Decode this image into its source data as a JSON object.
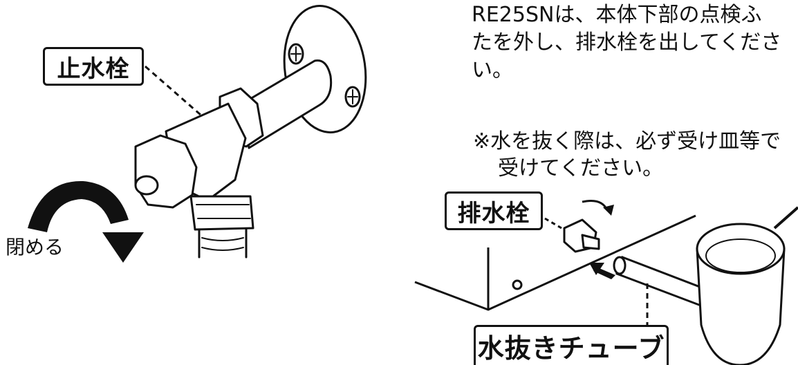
{
  "labels": {
    "shutoff_valve": "止水栓",
    "drain_plug": "排水栓",
    "drain_tube": "水抜きチューブ",
    "close": "閉める"
  },
  "instructions": {
    "line1": "RE25SNは、本体下部の点検ふ",
    "line2": "たを外し、排水栓を出してくださ",
    "line3": "い。"
  },
  "note": {
    "line1": "※水を抜く際は、必ず受け皿等で",
    "line2": "受けてください。"
  }
}
